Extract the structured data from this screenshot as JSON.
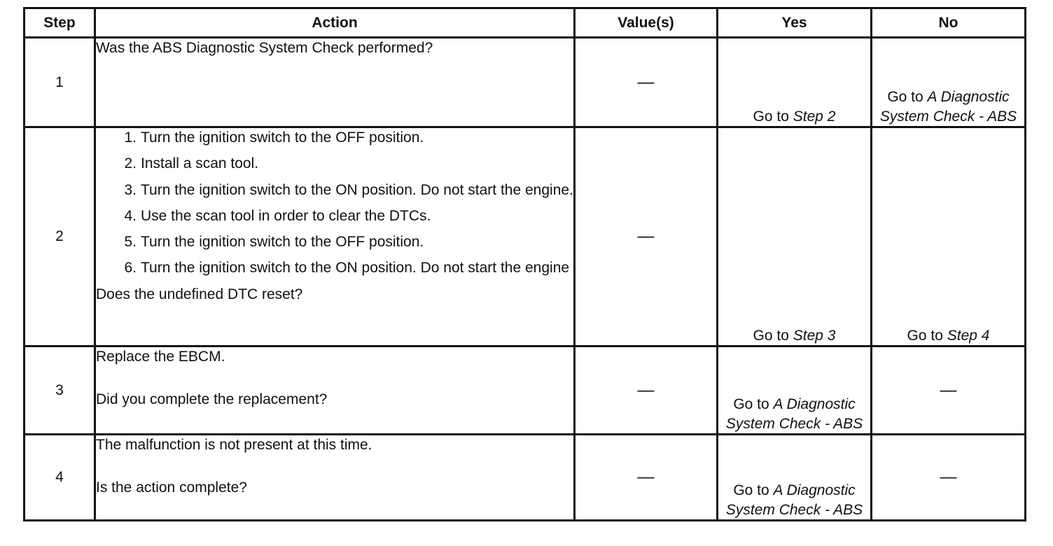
{
  "headers": {
    "step": "Step",
    "action": "Action",
    "values": "Value(s)",
    "yes": "Yes",
    "no": "No"
  },
  "rows": [
    {
      "step": "1",
      "question": "Was the ABS Diagnostic System Check performed?",
      "value": "—",
      "yes": {
        "prefix": "Go to ",
        "link": "Step 2"
      },
      "no": {
        "prefix": "Go to ",
        "link": "A Diagnostic System Check - ABS"
      }
    },
    {
      "step": "2",
      "items": [
        {
          "num": "1.",
          "text": "Turn the ignition switch to the OFF position."
        },
        {
          "num": "2.",
          "text": "Install a scan tool."
        },
        {
          "num": "3.",
          "text": "Turn the ignition switch to the ON position. Do not start the engine."
        },
        {
          "num": "4.",
          "text": "Use the scan tool in order to clear the DTCs."
        },
        {
          "num": "5.",
          "text": "Turn the ignition switch to the OFF position."
        },
        {
          "num": "6.",
          "text": "Turn the ignition switch to the ON position. Do not start the engine"
        }
      ],
      "question": "Does the undefined DTC reset?",
      "value": "—",
      "yes": {
        "prefix": "Go to ",
        "link": "Step 3"
      },
      "no": {
        "prefix": "Go to ",
        "link": "Step 4"
      }
    },
    {
      "step": "3",
      "instruction": "Replace the EBCM.",
      "question": "Did you complete the replacement?",
      "value": "—",
      "yes": {
        "prefix": "Go to ",
        "link": "A Diagnostic System Check - ABS"
      },
      "no": "—"
    },
    {
      "step": "4",
      "instruction": "The malfunction is not present at this time.",
      "question": "Is the action complete?",
      "value": "—",
      "yes": {
        "prefix": "Go to ",
        "link": "A Diagnostic System Check - ABS"
      },
      "no": "—"
    }
  ]
}
